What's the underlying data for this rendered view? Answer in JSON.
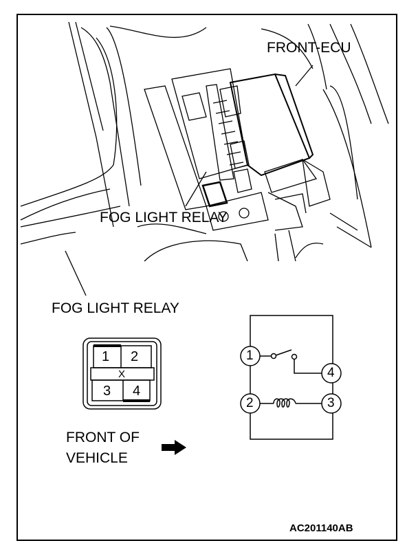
{
  "labels": {
    "front_ecu": "FRONT-ECU",
    "fog_light_relay_callout": "FOG LIGHT RELAY",
    "connector_title": "FOG LIGHT RELAY",
    "front_of_vehicle_line1": "FRONT OF",
    "front_of_vehicle_line2": "VEHICLE",
    "figure_code": "AC201140AB"
  },
  "connector": {
    "pins": [
      "1",
      "2",
      "3",
      "4"
    ],
    "center_mark": "X"
  },
  "schematic": {
    "terminals": [
      "1",
      "2",
      "3",
      "4"
    ],
    "elements": [
      {
        "type": "switch",
        "from": "1",
        "to": "4",
        "state": "open"
      },
      {
        "type": "coil",
        "from": "2",
        "to": "3"
      }
    ]
  },
  "icons": {
    "direction_arrow": "arrow-right-icon"
  }
}
